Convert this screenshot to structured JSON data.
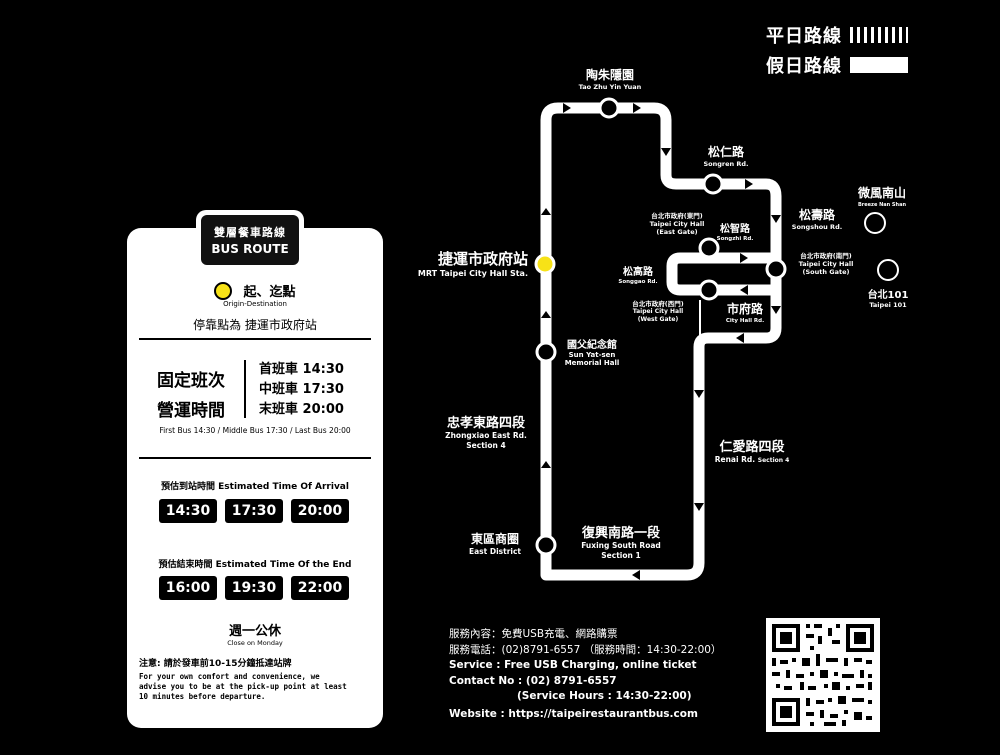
{
  "legend": {
    "weekday_label": "平日路線",
    "holiday_label": "假日路線"
  },
  "card": {
    "tab_zh": "雙層餐車路線",
    "tab_en": "BUS ROUTE",
    "origin_zh": "起、迄點",
    "origin_en": "Origin-Destination",
    "stop_note": "停靠點為 捷運市政府站",
    "fixed_line1": "固定班次",
    "fixed_line2": "營運時間",
    "first_bus": "首班車 14:30",
    "middle_bus": "中班車 17:30",
    "last_bus": "末班車 20:00",
    "schedule_en": "First Bus 14:30 / Middle Bus 17:30 / Last Bus 20:00",
    "arrival_title": "預估到站時間 Estimated Time Of Arrival",
    "arrival_times": [
      "14:30",
      "17:30",
      "20:00"
    ],
    "end_title": "預估結束時間 Estimated Time Of the End",
    "end_times": [
      "16:00",
      "19:30",
      "22:00"
    ],
    "closed_zh": "週一公休",
    "closed_en": "Close on Monday",
    "notice_zh": "注意: 請於發車前10-15分鐘抵達站牌",
    "notice_en1": "For your own comfort and convenience, we",
    "notice_en2": "advise you to be at the pick-up point at least",
    "notice_en3": "10 minutes before departure."
  },
  "map": {
    "tao_zh": "陶朱隱園",
    "tao_en": "Tao Zhu Yin Yuan",
    "songren_zh": "松仁路",
    "songren_en": "Songren Rd.",
    "breeze_zh": "微風南山",
    "breeze_en": "Breeze Nan Shan",
    "songshou_zh": "松壽路",
    "songshou_en": "Songshou Rd.",
    "east_gate_zh": "台北市政府(東門)",
    "east_gate_en1": "Taipei City Hall",
    "east_gate_en2": "(East Gate)",
    "songzhi_zh": "松智路",
    "songzhi_en": "Songzhi Rd.",
    "south_gate_zh": "台北市政府(南門)",
    "south_gate_en1": "Taipei City Hall",
    "south_gate_en2": "(South Gate)",
    "t101_zh": "台北101",
    "t101_en": "Taipei 101",
    "mrt_zh": "捷運市政府站",
    "mrt_en": "MRT Taipei City Hall Sta.",
    "songgao_zh": "松高路",
    "songgao_en": "Songgao Rd.",
    "west_gate_zh": "台北市政府(西門)",
    "west_gate_en1": "Taipei City Hall",
    "west_gate_en2": "(West Gate)",
    "shifu_zh": "市府路",
    "shifu_en": "City Hall Rd.",
    "sys_zh": "國父紀念館",
    "sys_en1": "Sun Yat-sen",
    "sys_en2": "Memorial Hall",
    "zx_zh": "忠孝東路四段",
    "zx_en1": "Zhongxiao East Rd.",
    "zx_en2": "Section 4",
    "renai_zh": "仁愛路四段",
    "renai_en": "Renai Rd.",
    "renai_en2": "Section 4",
    "east_zh": "東區商圈",
    "east_en": "East District",
    "fx_zh": "復興南路一段",
    "fx_en1": "Fuxing South Road",
    "fx_en2": "Section 1"
  },
  "info": {
    "line1": "服務內容：免費USB充電、網路購票",
    "line2": "服務電話：(02)8791-6557 （服務時間：14:30-22:00）",
    "line3": "Service : Free USB Charging, online ticket",
    "line4": "Contact No : (02) 8791-6557",
    "line5": "(Service Hours : 14:30-22:00)",
    "line6": "Website : https://taipeirestaurantbus.com"
  },
  "colors": {
    "background": "#000000",
    "origin_dot": "#f7e217",
    "route": "#ffffff"
  }
}
